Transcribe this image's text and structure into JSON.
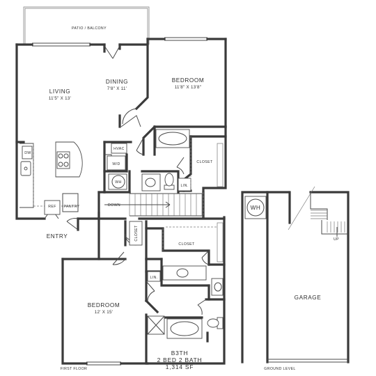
{
  "plan_name": "B3TH",
  "plan_beds_baths": "2 BED 2 BATH",
  "plan_area": "1,314 SF",
  "level_labels": {
    "first_floor": "FIRST FLOOR",
    "ground_level": "GROUND LEVEL"
  },
  "rooms": {
    "patio": {
      "name": "PATIO / BALCONY"
    },
    "living": {
      "name": "LIVING",
      "dims": "11'5\" X 13'"
    },
    "dining": {
      "name": "DINING",
      "dims": "7'8\" X 11'"
    },
    "bedroom1": {
      "name": "BEDROOM",
      "dims": "11'8\" X 13'8\""
    },
    "bedroom2": {
      "name": "BEDROOM",
      "dims": "12' X 15'"
    },
    "garage": {
      "name": "GARAGE"
    },
    "entry": {
      "name": "ENTRY"
    }
  },
  "labels": {
    "closet_upper": "CLOSET",
    "closet_lower": "CLOSET",
    "closet_vertical": "CLOSET",
    "lin_upper": "LIN.",
    "lin_lower": "LIN.",
    "pantry": "PANTRY",
    "ref": "REF",
    "dw": "DW",
    "hvac": "HVAC",
    "wd": "W/D",
    "wh_small": "WH",
    "wh_garage": "WH",
    "stair_down": "DOWN",
    "stair_up": "UP"
  },
  "colors": {
    "wall": "#3a3a3a",
    "line": "#4a4a4a",
    "text": "#2e2e2e"
  }
}
